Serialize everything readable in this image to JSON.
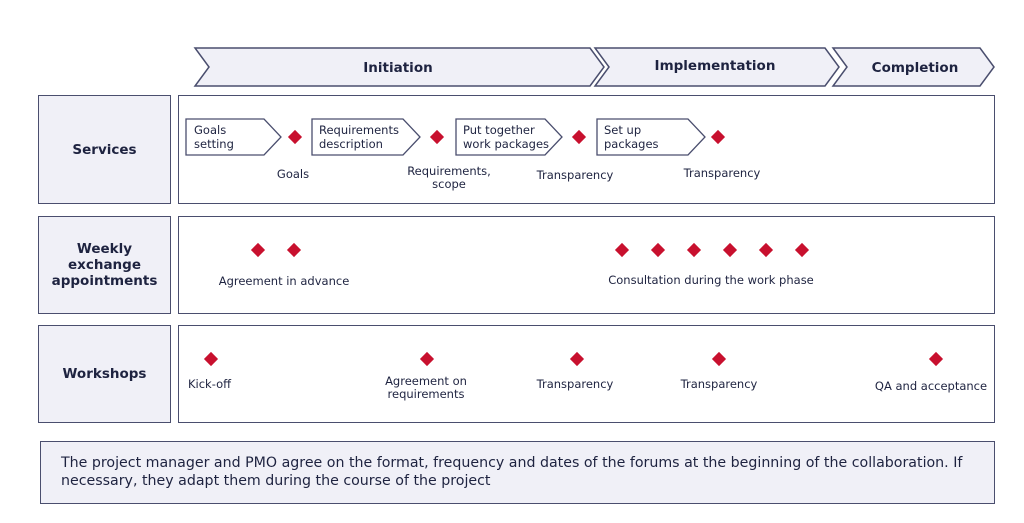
{
  "phases": [
    {
      "label": "Initiation"
    },
    {
      "label": "Implementation"
    },
    {
      "label": "Completion"
    }
  ],
  "rows": {
    "services": {
      "label": "Services",
      "steps": [
        {
          "label": "Goals\nsetting"
        },
        {
          "label": "Requirements\ndescription"
        },
        {
          "label": "Put together\nwork packages"
        },
        {
          "label": "Set up\npackages"
        }
      ],
      "milestones": [
        {
          "label": "Goals"
        },
        {
          "label": "Requirements,\nscope"
        },
        {
          "label": "Transparency"
        },
        {
          "label": "Transparency"
        }
      ]
    },
    "weekly": {
      "label": "Weekly\nexchange\nappointments",
      "groups": [
        {
          "label": "Agreement in advance"
        },
        {
          "label": "Consultation during the work phase"
        }
      ]
    },
    "workshops": {
      "label": "Workshops",
      "milestones": [
        {
          "label": "Kick-off"
        },
        {
          "label": "Agreement on\nrequirements"
        },
        {
          "label": "Transparency"
        },
        {
          "label": "Transparency"
        },
        {
          "label": "QA and acceptance"
        }
      ]
    }
  },
  "note": "The project manager and PMO agree on the format, frequency and dates of the forums at the beginning of the collaboration. If necessary, they adapt them during the course of the project",
  "colors": {
    "milestone": "#c8102e",
    "border": "#4a4e6e",
    "fill": "#f0f0f7",
    "text": "#1e2340"
  }
}
